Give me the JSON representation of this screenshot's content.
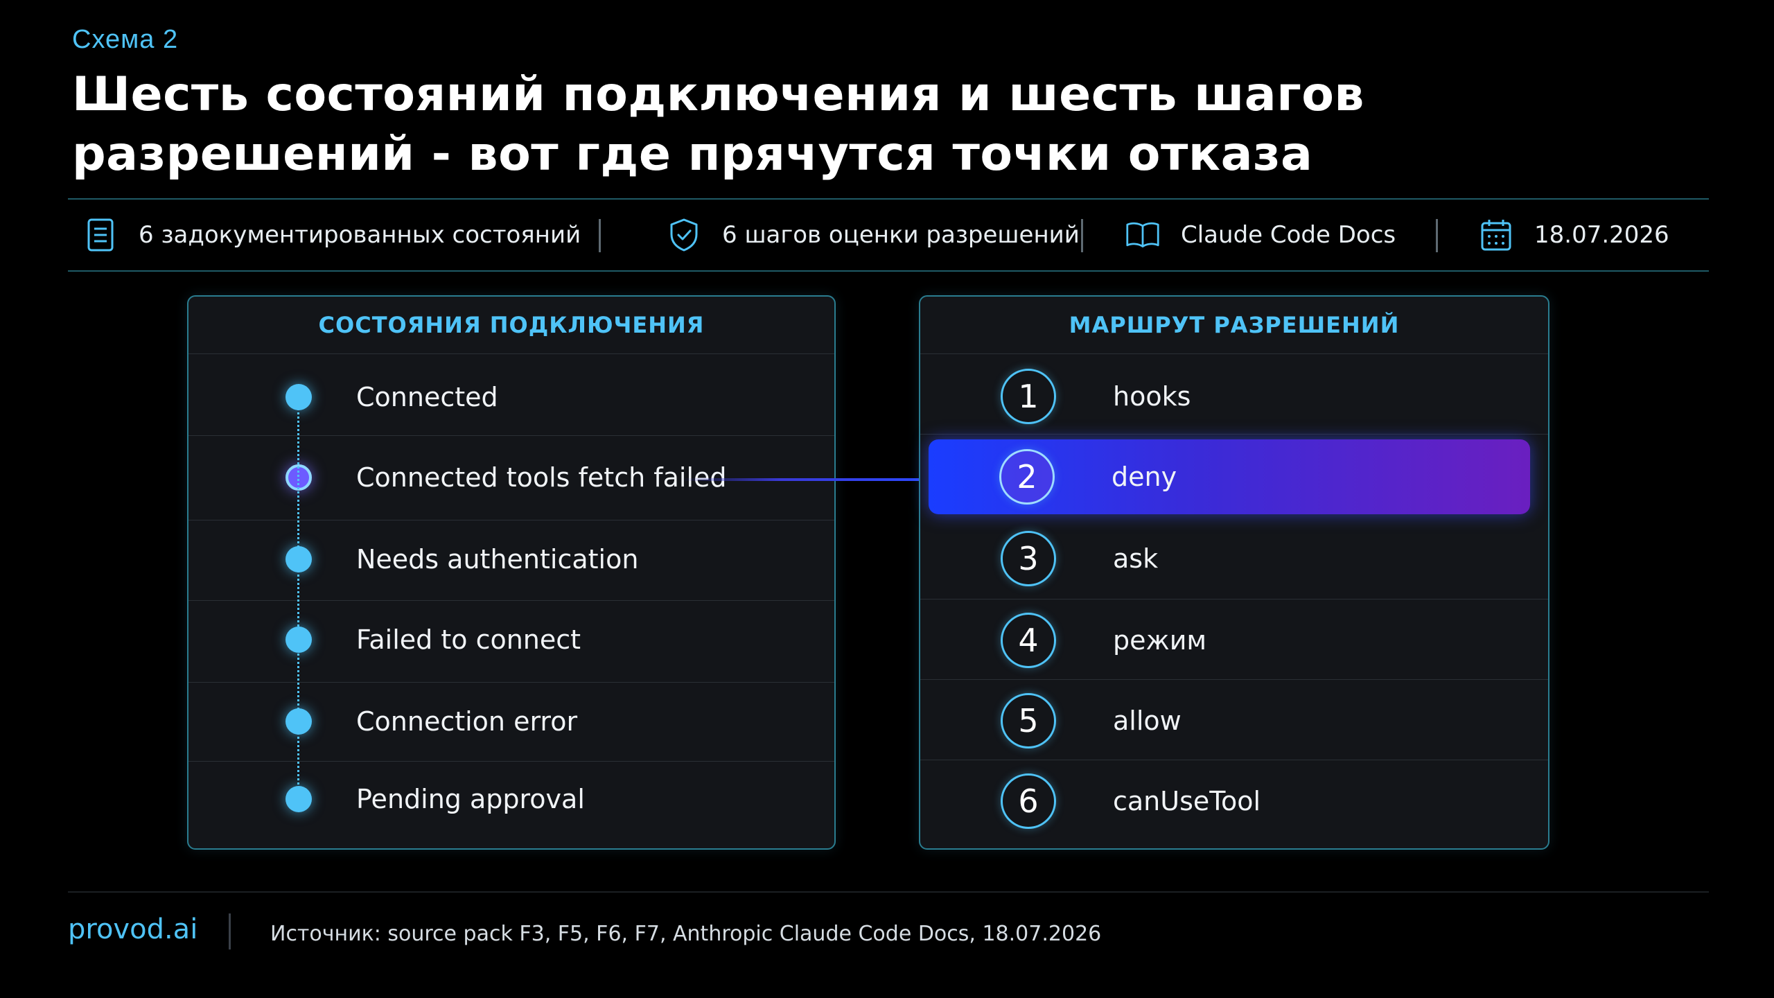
{
  "kicker": "Схема 2",
  "title": "Шесть состояний подключения и шесть шагов разрешений - вот где прячутся точки отказа",
  "meta": {
    "items": [
      {
        "icon": "document-icon",
        "text": "6 задокументированных состояний"
      },
      {
        "icon": "shield-check-icon",
        "text": "6 шагов оценки разрешений"
      },
      {
        "icon": "book-icon",
        "text": "Claude Code Docs"
      },
      {
        "icon": "calendar-icon",
        "text": "18.07.2026"
      }
    ]
  },
  "states": {
    "heading": "СОСТОЯНИЯ ПОДКЛЮЧЕНИЯ",
    "items": [
      "Connected",
      "Connected tools fetch failed",
      "Needs authentication",
      "Failed to connect",
      "Connection error",
      "Pending approval"
    ],
    "highlighted_index": 1
  },
  "permissions": {
    "heading": "МАРШРУТ РАЗРЕШЕНИЙ",
    "steps": [
      {
        "num": "1",
        "label": "hooks"
      },
      {
        "num": "2",
        "label": "deny"
      },
      {
        "num": "3",
        "label": "ask"
      },
      {
        "num": "4",
        "label": "режим"
      },
      {
        "num": "5",
        "label": "allow"
      },
      {
        "num": "6",
        "label": "canUseTool"
      }
    ],
    "highlighted_index": 1
  },
  "footer": {
    "brand": "provod.ai",
    "source": "Источник:  source pack F3, F5, F6, F7, Anthropic Claude Code Docs, 18.07.2026"
  },
  "colors": {
    "accent": "#4fc3f7",
    "background": "#000000",
    "panel": "#131519",
    "highlight_start": "#1a3dff",
    "highlight_end": "#6a1fc0"
  }
}
